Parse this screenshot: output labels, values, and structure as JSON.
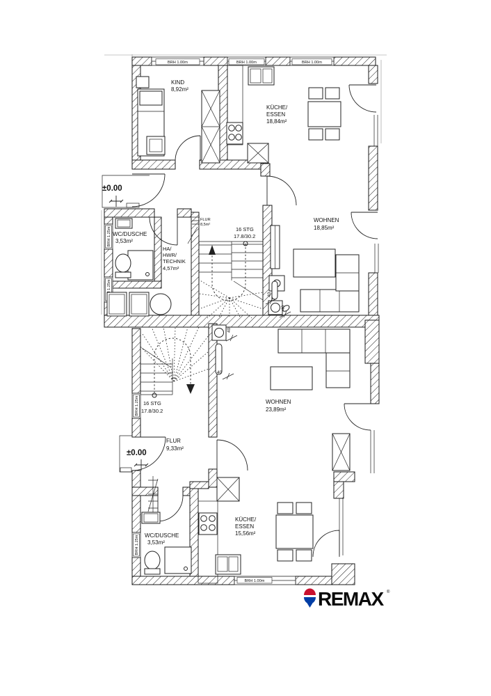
{
  "upper_floor": {
    "rooms": {
      "kind": {
        "name": "KIND",
        "area": "8,92m²"
      },
      "kueche_essen": {
        "line1": "KÜCHE/",
        "line2": "ESSEN",
        "area": "18,84m²"
      },
      "wohnen": {
        "name": "WOHNEN",
        "area": "18,85m²"
      },
      "wc_dusche": {
        "name": "WC/DUSCHE",
        "area": "3,53m²"
      },
      "technik": {
        "line1": "HA/",
        "line2": "HWR/",
        "line3": "TECHNIK",
        "area": "4,57m²"
      },
      "flur": {
        "name": "FLUR",
        "area": "8,5m²"
      }
    },
    "stairs": {
      "line1": "16 STG",
      "line2": "17.8/30.2"
    },
    "level_marker": "±0.00",
    "windows": {
      "top1": "BRH 1.00m",
      "top2": "BRH 1.00m",
      "top3": "BRH 1.00m",
      "left1": "BRH 1.25m",
      "left2": "BRH 1.25m"
    }
  },
  "lower_floor": {
    "rooms": {
      "wohnen": {
        "name": "WOHNEN",
        "area": "23,89m²"
      },
      "kueche_essen": {
        "line1": "KÜCHE/",
        "line2": "ESSEN",
        "area": "15,56m²"
      },
      "wc_dusche": {
        "name": "WC/DUSCHE",
        "area": "3,53m²"
      },
      "flur": {
        "name": "FLUR",
        "area": "9,33m²"
      }
    },
    "stairs": {
      "line1": "16 STG",
      "line2": "17.8/30.2"
    },
    "level_marker": "±0.00",
    "windows": {
      "left1": "BRH 1.25m",
      "left2": "BRH 1.25m",
      "bottom1": "BRH 1.00m"
    }
  },
  "dimensions": {
    "d1": "40",
    "d2": "40",
    "d3": "40",
    "d4": "40"
  },
  "logo": {
    "brand": "REMAX",
    "registered": "®"
  },
  "colors": {
    "line": "#1a1a1a",
    "balloon_red": "#c8102e",
    "balloon_blue": "#003da5",
    "logo_text": "#0a0a0a"
  }
}
